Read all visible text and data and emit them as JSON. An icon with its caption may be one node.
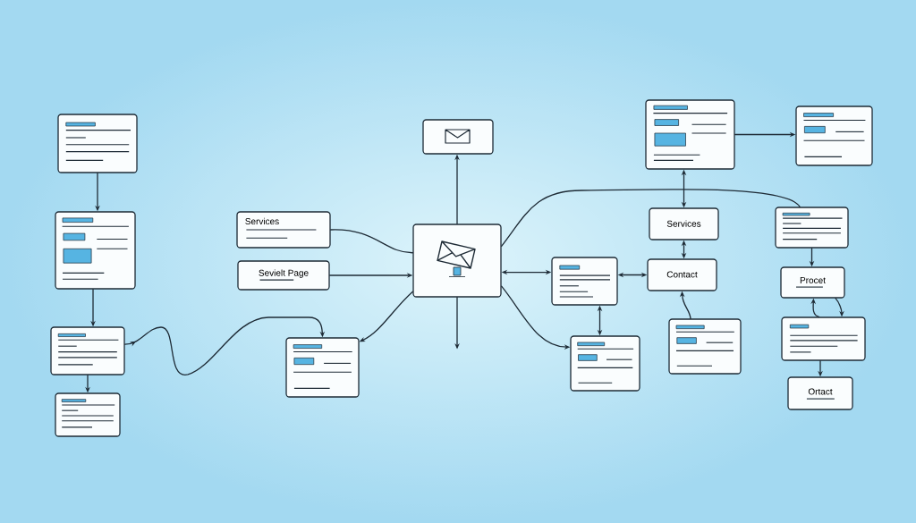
{
  "diagram": {
    "nodes": [
      {
        "text": [],
        "shape": "box"
      },
      {
        "text": [],
        "shape": "box"
      },
      {
        "text": [],
        "shape": "box"
      },
      {
        "text": [],
        "shape": "box"
      },
      {
        "text": [
          "Services"
        ]
      },
      {
        "text": [
          "Sevielt Page"
        ]
      },
      {
        "text": [],
        "shape": "box"
      },
      {
        "text": [],
        "shape": "box"
      },
      {
        "text": [],
        "shape": "box"
      },
      {
        "text": [],
        "shape": "box"
      },
      {
        "text": [],
        "shape": "box"
      },
      {
        "text": [],
        "shape": "box"
      },
      {
        "text": [],
        "shape": "box"
      },
      {
        "text": [
          "Services"
        ]
      },
      {
        "text": [
          "Contact"
        ]
      },
      {
        "text": [],
        "shape": "box"
      },
      {
        "text": [],
        "shape": "box"
      },
      {
        "text": [
          "Procet"
        ]
      },
      {
        "text": [],
        "shape": "box"
      },
      {
        "text": [
          "Ortact"
        ]
      }
    ],
    "edges": [
      {
        "from": 0,
        "to": 1,
        "arrow": "to"
      },
      {
        "from": 1,
        "to": 2,
        "arrow": "to"
      },
      {
        "from": 2,
        "to": 3,
        "arrow": "to"
      },
      {
        "from": 2,
        "to": 8,
        "arrow": "to"
      },
      {
        "from": 4,
        "to": 7,
        "arrow": "none"
      },
      {
        "from": 5,
        "to": 7,
        "arrow": "to"
      },
      {
        "from": 7,
        "to": 6,
        "arrow": "to"
      },
      {
        "from": 7,
        "to": 8,
        "arrow": "to"
      },
      {
        "from": 7,
        "to": null,
        "arrow": "to"
      },
      {
        "from": 7,
        "to": 9,
        "arrow": "both"
      },
      {
        "from": 7,
        "to": 10,
        "arrow": "to"
      },
      {
        "from": 7,
        "to": 16,
        "arrow": "none"
      },
      {
        "from": 9,
        "to": 10,
        "arrow": "both"
      },
      {
        "from": 9,
        "to": 14,
        "arrow": "both"
      },
      {
        "from": 13,
        "to": 14,
        "arrow": "both"
      },
      {
        "from": 11,
        "to": 13,
        "arrow": "both"
      },
      {
        "from": 15,
        "to": 14,
        "arrow": "to"
      },
      {
        "from": 11,
        "to": 12,
        "arrow": "to"
      },
      {
        "from": 16,
        "to": 17,
        "arrow": "to"
      },
      {
        "from": 17,
        "to": 18,
        "arrow": "to"
      },
      {
        "from": 18,
        "to": 17,
        "arrow": "to"
      },
      {
        "from": 18,
        "to": 19,
        "arrow": "to"
      }
    ]
  }
}
